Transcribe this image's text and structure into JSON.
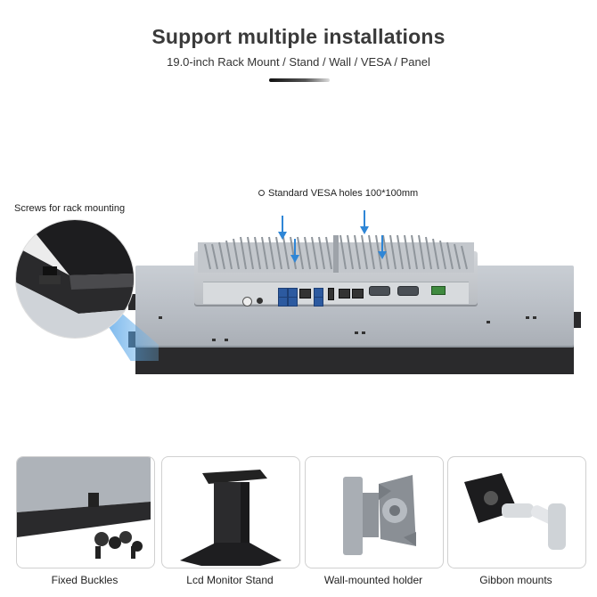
{
  "header": {
    "title": "Support multiple installations",
    "subtitle": "19.0-inch Rack Mount / Stand / Wall / VESA / Panel"
  },
  "annotations": {
    "vesa": "Standard VESA holes 100*100mm",
    "screws": "Screws for rack mounting"
  },
  "colors": {
    "arrow": "#2f86d6",
    "bezel": "#2a2a2c",
    "chassis": "#c2c6cb",
    "usb_port": "#2c5aa0"
  },
  "mounts": [
    {
      "caption": "Fixed Buckles"
    },
    {
      "caption": "Lcd Monitor Stand"
    },
    {
      "caption": "Wall-mounted holder"
    },
    {
      "caption": "Gibbon mounts"
    }
  ]
}
